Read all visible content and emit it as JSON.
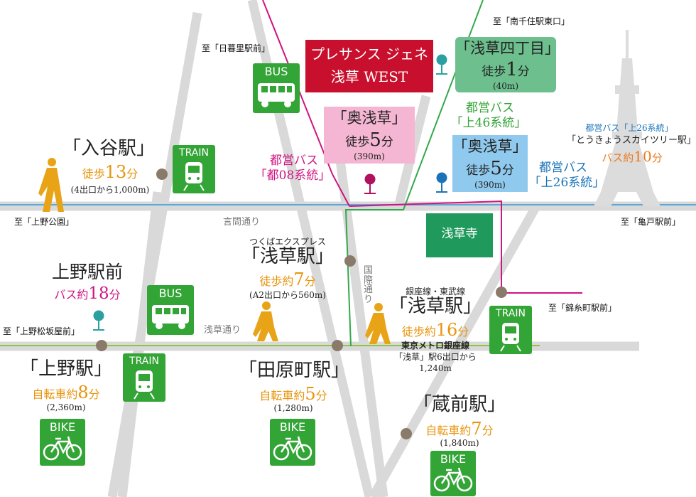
{
  "destinations": {
    "minami_senju": "至「南千住駅東口」",
    "nippori": "至「日暮里駅前」",
    "ueno_park": "至「上野公園」",
    "kameido": "至「亀戸駅前」",
    "ueno_matsuzakaya": "至「上野松坂屋前」",
    "kinshicho": "至「錦糸町駅前」"
  },
  "roads": {
    "kototoi": "言問通り",
    "asakusa_dori": "浅草通り",
    "kokusai": "国際通り"
  },
  "property": {
    "line1": "プレサンス ジェネ",
    "line2": "浅草 WEST",
    "color": "#c8102e"
  },
  "badges": {
    "bus": "BUS",
    "train": "TRAIN",
    "bike": "BIKE"
  },
  "bus_stops": {
    "asakusa4": {
      "name": "「浅草四丁目」",
      "prefix": "徒歩",
      "num": "1",
      "unit": "分",
      "dist": "(40m)",
      "color": "#6dbf8e"
    },
    "okuasakusa_pink": {
      "name": "「奥浅草」",
      "prefix": "徒歩",
      "num": "5",
      "unit": "分",
      "dist": "(390m)",
      "color": "#f4b6d2"
    },
    "okuasakusa_blue": {
      "name": "「奥浅草」",
      "prefix": "徒歩",
      "num": "5",
      "unit": "分",
      "dist": "(390m)",
      "color": "#8fc9ee"
    }
  },
  "bus_routes": {
    "toei46_1": "都営バス",
    "toei46_2": "「上46系統」",
    "toei08_1": "都営バス",
    "toei08_2": "「都08系統」",
    "toei26_1": "都営バス",
    "toei26_2": "「上26系統」"
  },
  "skytree": {
    "route": "都営バス「上26系統」",
    "name": "「とうきょうスカイツリー駅」",
    "prefix": "バス約",
    "num": "10",
    "unit": "分"
  },
  "stations": {
    "iriya": {
      "name": "「入谷駅」",
      "prefix": "徒歩",
      "num": "13",
      "unit": "分",
      "sub": "(4出口から1,000m)"
    },
    "ueno_ekimae": {
      "name": "上野駅前",
      "prefix": "バス約",
      "num": "18",
      "unit": "分"
    },
    "ueno": {
      "name": "「上野駅」",
      "prefix": "自転車約",
      "num": "8",
      "unit": "分",
      "sub": "(2,360m)"
    },
    "tawaramachi": {
      "name": "「田原町駅」",
      "prefix": "自転車約",
      "num": "5",
      "unit": "分",
      "sub": "(1,280m)"
    },
    "asakusa_tx": {
      "line": "つくばエクスプレス",
      "name": "「浅草駅」",
      "prefix": "徒歩約",
      "num": "7",
      "unit": "分",
      "sub": "(A2出口から560m)"
    },
    "asakusa_ginza": {
      "line": "銀座線・東武線",
      "name": "「浅草駅」",
      "prefix": "徒歩約",
      "num": "16",
      "unit": "分",
      "sub1": "東京メトロ銀座線",
      "sub2": "「浅草」駅6出口から",
      "sub3": "1,240m"
    },
    "kuramae": {
      "name": "「蔵前駅」",
      "prefix": "自転車約",
      "num": "7",
      "unit": "分",
      "sub": "(1,840m)"
    }
  },
  "landmarks": {
    "sensoji": "浅草寺"
  },
  "colors": {
    "road_gray": "#d8d8d8",
    "tx_line": "#35a84b",
    "bus_pink": "#cf1480",
    "bus_blue": "#1a73b8",
    "route_green": "#8cc63f",
    "walk_orange": "#e8940c",
    "station_dot": "#8a7a6a"
  }
}
